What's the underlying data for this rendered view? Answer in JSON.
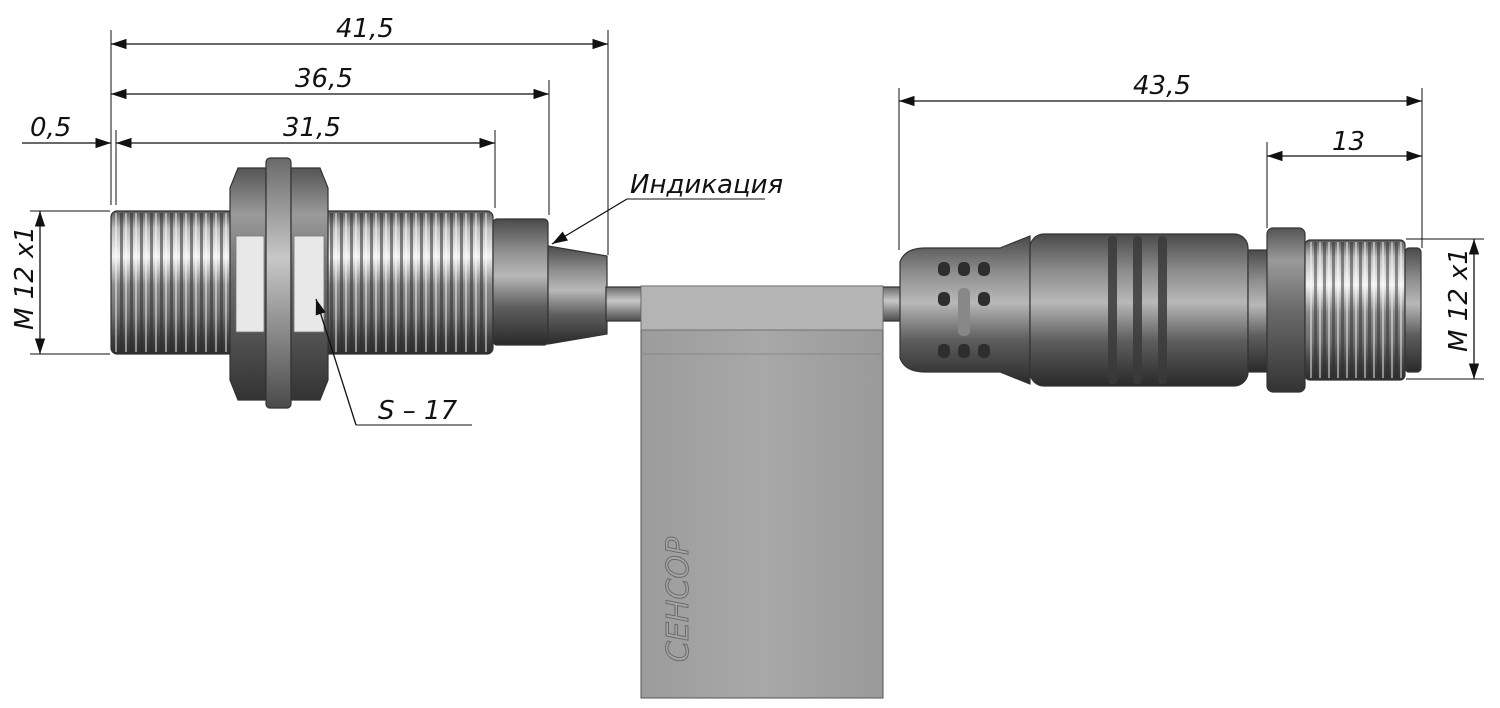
{
  "dimensions": {
    "d_41_5": "41,5",
    "d_36_5": "36,5",
    "d_0_5": "0,5",
    "d_31_5": "31,5",
    "d_43_5": "43,5",
    "d_13": "13",
    "thread_left": "M 12 x1",
    "thread_right": "M 12 x1"
  },
  "callouts": {
    "indication": "Индикация",
    "wrench_size": "S – 17"
  },
  "label_tag": {
    "brand": "СЕНСОР"
  },
  "colors": {
    "metal_light": "#e6e6e6",
    "metal_mid": "#a9a9a9",
    "metal_dark": "#4a4a4a",
    "tag_gray": "#a2a2a2",
    "line": "#111111"
  }
}
